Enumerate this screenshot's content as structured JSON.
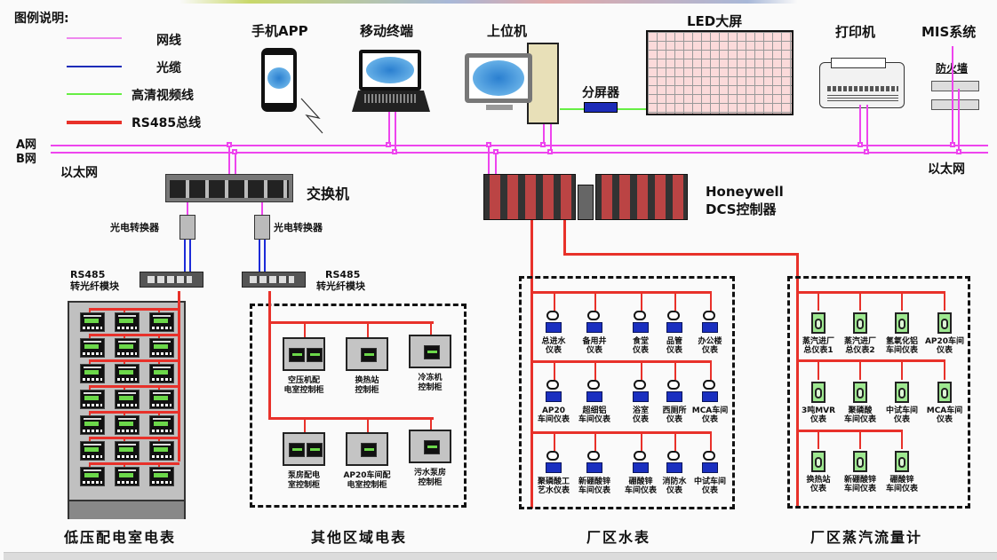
{
  "legend": {
    "title": "图例说明:",
    "items": [
      {
        "label": "网线",
        "color": "#ee88ee"
      },
      {
        "label": "光缆",
        "color": "#1c2bb8"
      },
      {
        "label": "高清视频线",
        "color": "#66ee44"
      },
      {
        "label": "RS485总线",
        "color": "#e8312a"
      }
    ]
  },
  "network": {
    "a_net": "A网",
    "b_net": "B网",
    "ethernet_left": "以太网",
    "ethernet_right": "以太网",
    "bus_color": "#ee44ee"
  },
  "devices": {
    "phone_app": "手机APP",
    "mobile_terminal": "移动终端",
    "host_pc": "上位机",
    "splitter": "分屏器",
    "led_screen": "LED大屏",
    "printer": "打印机",
    "mis_system": "MIS系统",
    "firewall": "防火墙",
    "switch": "交换机",
    "converter_left": "光电转换器",
    "converter_right": "光电转换器",
    "dcs_line1": "Honeywell",
    "dcs_line2": "DCS控制器",
    "rs485_left_line1": "RS485",
    "rs485_left_line2": "转光纤模块",
    "rs485_right_line1": "RS485",
    "rs485_right_line2": "转光纤模块"
  },
  "sections": {
    "low_voltage": {
      "title": "低压配电室电表",
      "meter_rows": 7,
      "meter_cols": 3
    },
    "other_area": {
      "title": "其他区域电表",
      "panels": [
        {
          "label1": "空压机配",
          "label2": "电室控制柜",
          "meters": 2
        },
        {
          "label1": "换热站",
          "label2": "控制柜",
          "meters": 1
        },
        {
          "label1": "冷冻机",
          "label2": "控制柜",
          "meters": 1
        },
        {
          "label1": "泵房配电",
          "label2": "室控制柜",
          "meters": 2
        },
        {
          "label1": "AP20车间配",
          "label2": "电室控制柜",
          "meters": 1
        },
        {
          "label1": "污水泵房",
          "label2": "控制柜",
          "meters": 1
        }
      ]
    },
    "water": {
      "title": "厂区水表",
      "rows": [
        [
          {
            "label1": "总进水",
            "label2": "仪表"
          },
          {
            "label1": "备用井",
            "label2": "仪表"
          },
          {
            "label1": "食堂",
            "label2": "仪表"
          },
          {
            "label1": "品管",
            "label2": "仪表"
          },
          {
            "label1": "办公楼",
            "label2": "仪表"
          }
        ],
        [
          {
            "label1": "AP20",
            "label2": "车间仪表"
          },
          {
            "label1": "超细铝",
            "label2": "车间仪表"
          },
          {
            "label1": "浴室",
            "label2": "仪表"
          },
          {
            "label1": "西厕所",
            "label2": "仪表"
          },
          {
            "label1": "MCA车间",
            "label2": "仪表"
          }
        ],
        [
          {
            "label1": "聚磷酸工",
            "label2": "艺水仪表"
          },
          {
            "label1": "新硼酸锌",
            "label2": "车间仪表"
          },
          {
            "label1": "硼酸锌",
            "label2": "车间仪表"
          },
          {
            "label1": "消防水",
            "label2": "仪表"
          },
          {
            "label1": "中试车间",
            "label2": "仪表"
          }
        ]
      ]
    },
    "steam": {
      "title": "厂区蒸汽流量计",
      "rows": [
        [
          {
            "label1": "蒸汽进厂",
            "label2": "总仪表1"
          },
          {
            "label1": "蒸汽进厂",
            "label2": "总仪表2"
          },
          {
            "label1": "氢氧化铝",
            "label2": "车间仪表"
          },
          {
            "label1": "AP20车间",
            "label2": "仪表"
          }
        ],
        [
          {
            "label1": "3吨MVR",
            "label2": "仪表"
          },
          {
            "label1": "聚磷酸",
            "label2": "车间仪表"
          },
          {
            "label1": "中试车间",
            "label2": "仪表"
          },
          {
            "label1": "MCA车间",
            "label2": "仪表"
          }
        ],
        [
          {
            "label1": "换热站",
            "label2": "仪表"
          },
          {
            "label1": "新硼酸锌",
            "label2": "车间仪表"
          },
          {
            "label1": "硼酸锌",
            "label2": "车间仪表"
          }
        ]
      ]
    }
  }
}
